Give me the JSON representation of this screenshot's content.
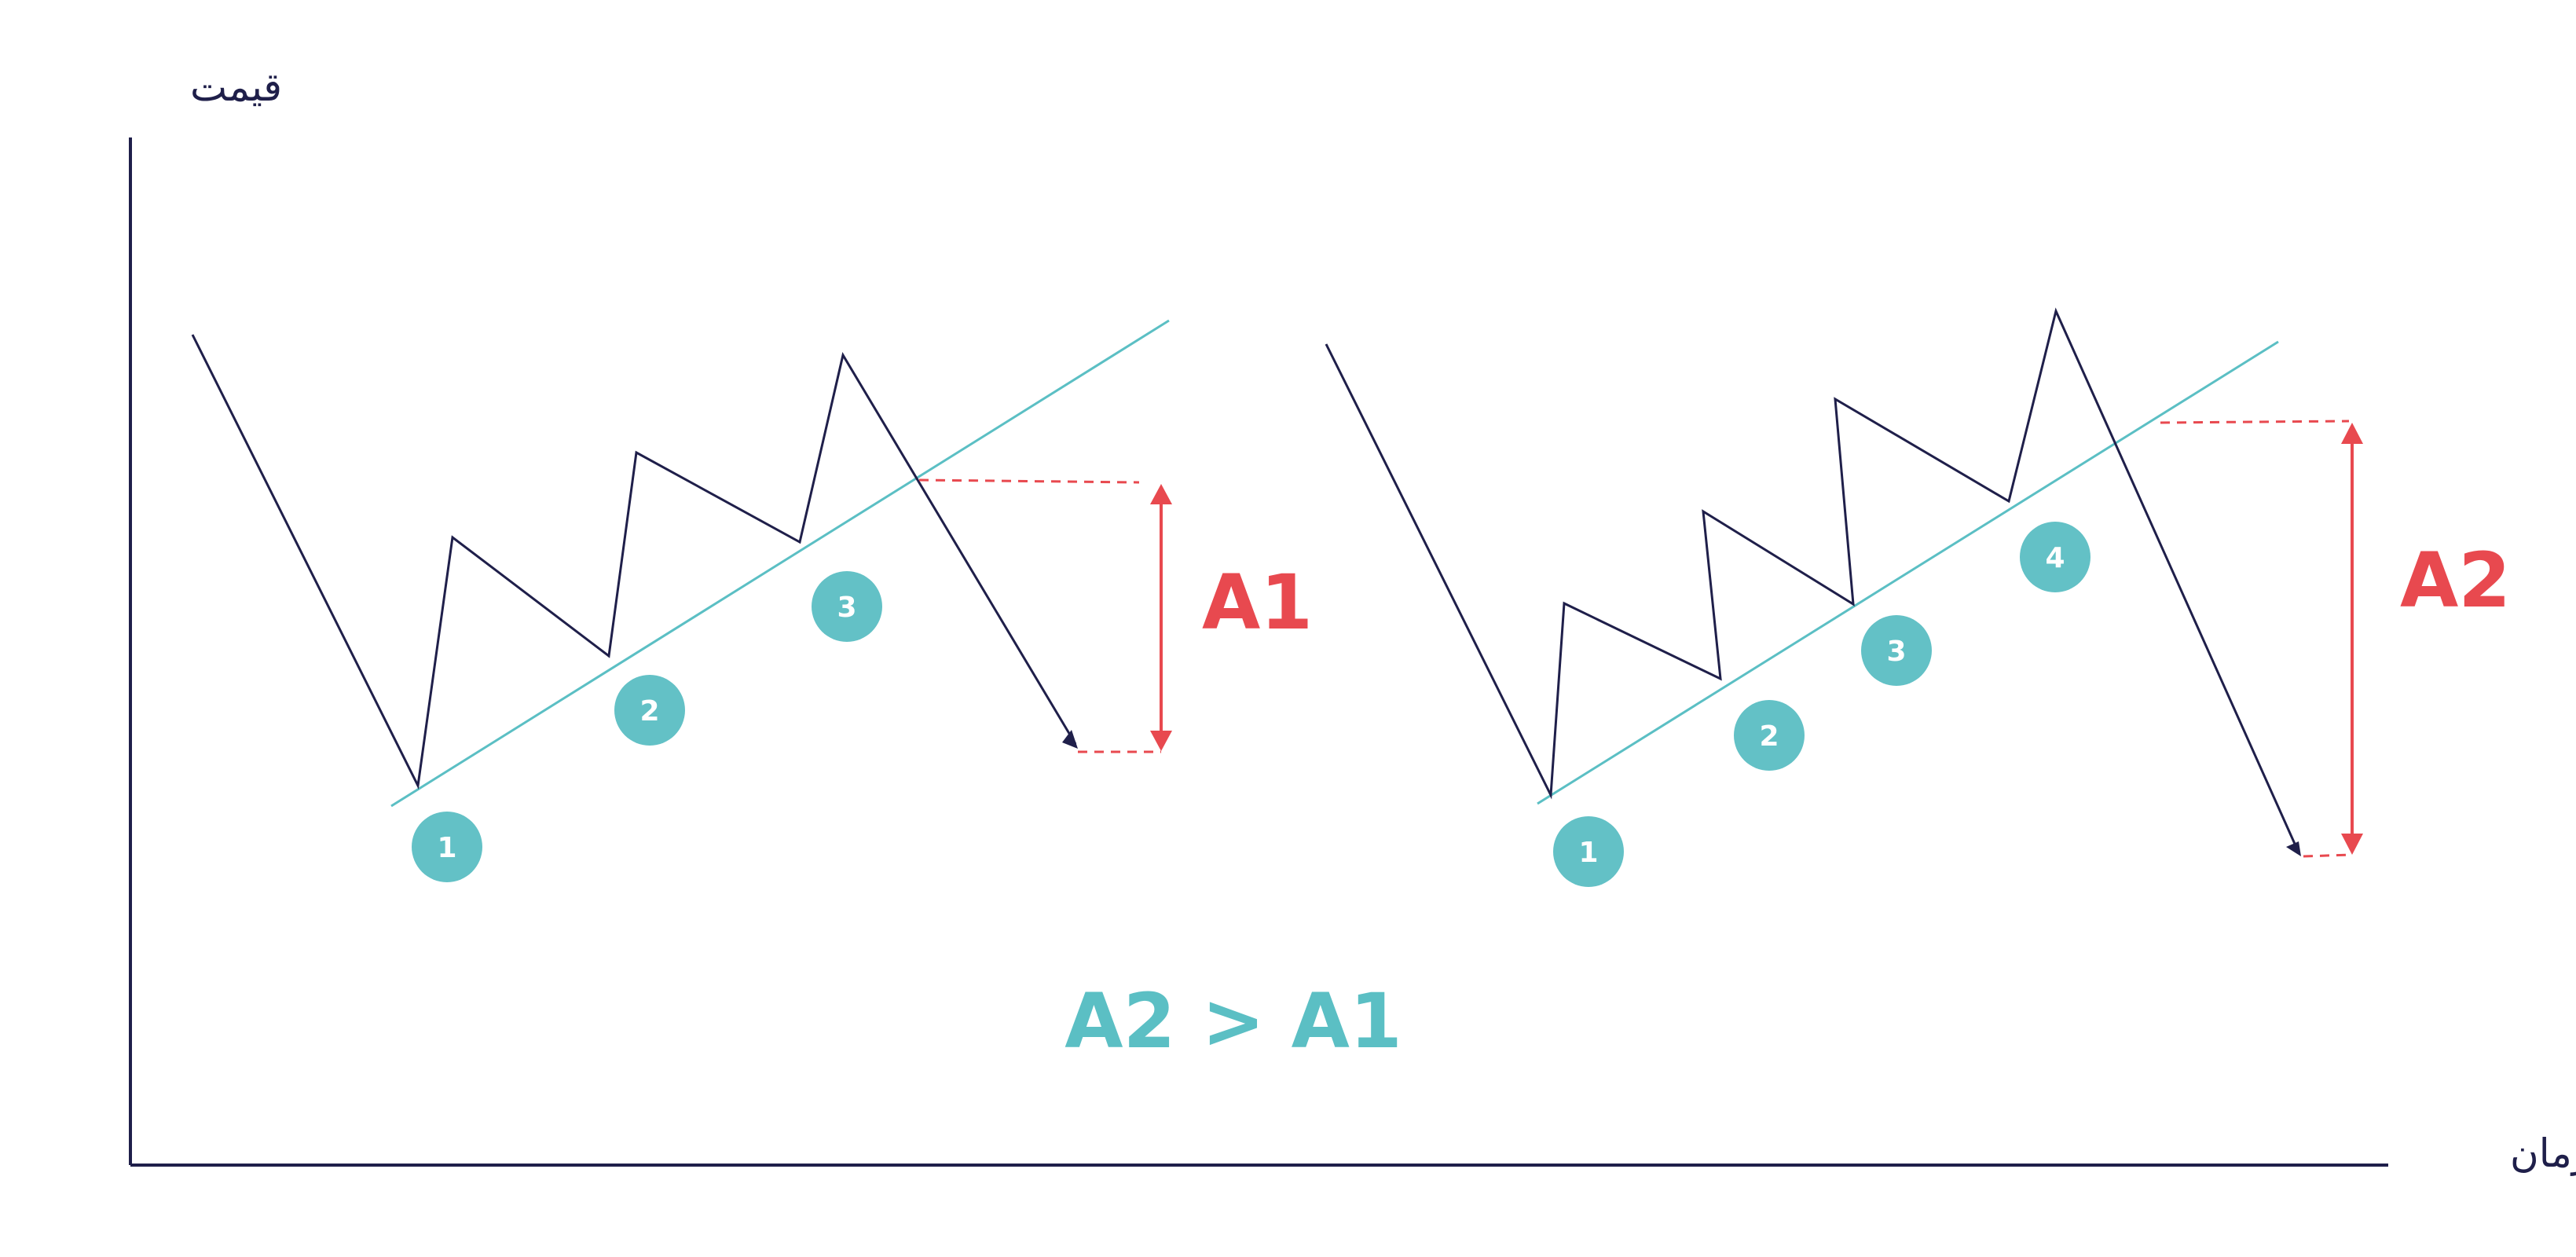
{
  "axes": {
    "y_title": "قیمت",
    "x_title": "زمان"
  },
  "patterns": [
    {
      "markers": [
        "1",
        "2",
        "3"
      ],
      "height_label": "A1"
    },
    {
      "markers": [
        "1",
        "2",
        "3",
        "4"
      ],
      "height_label": "A2"
    }
  ],
  "comparison": "A2 > A1",
  "colors": {
    "price_line": "#1f1f4a",
    "trendline": "#5bbfc4",
    "marker": "#63c1c6",
    "measure": "#e8494f",
    "comparison": "#5bbfc4"
  }
}
